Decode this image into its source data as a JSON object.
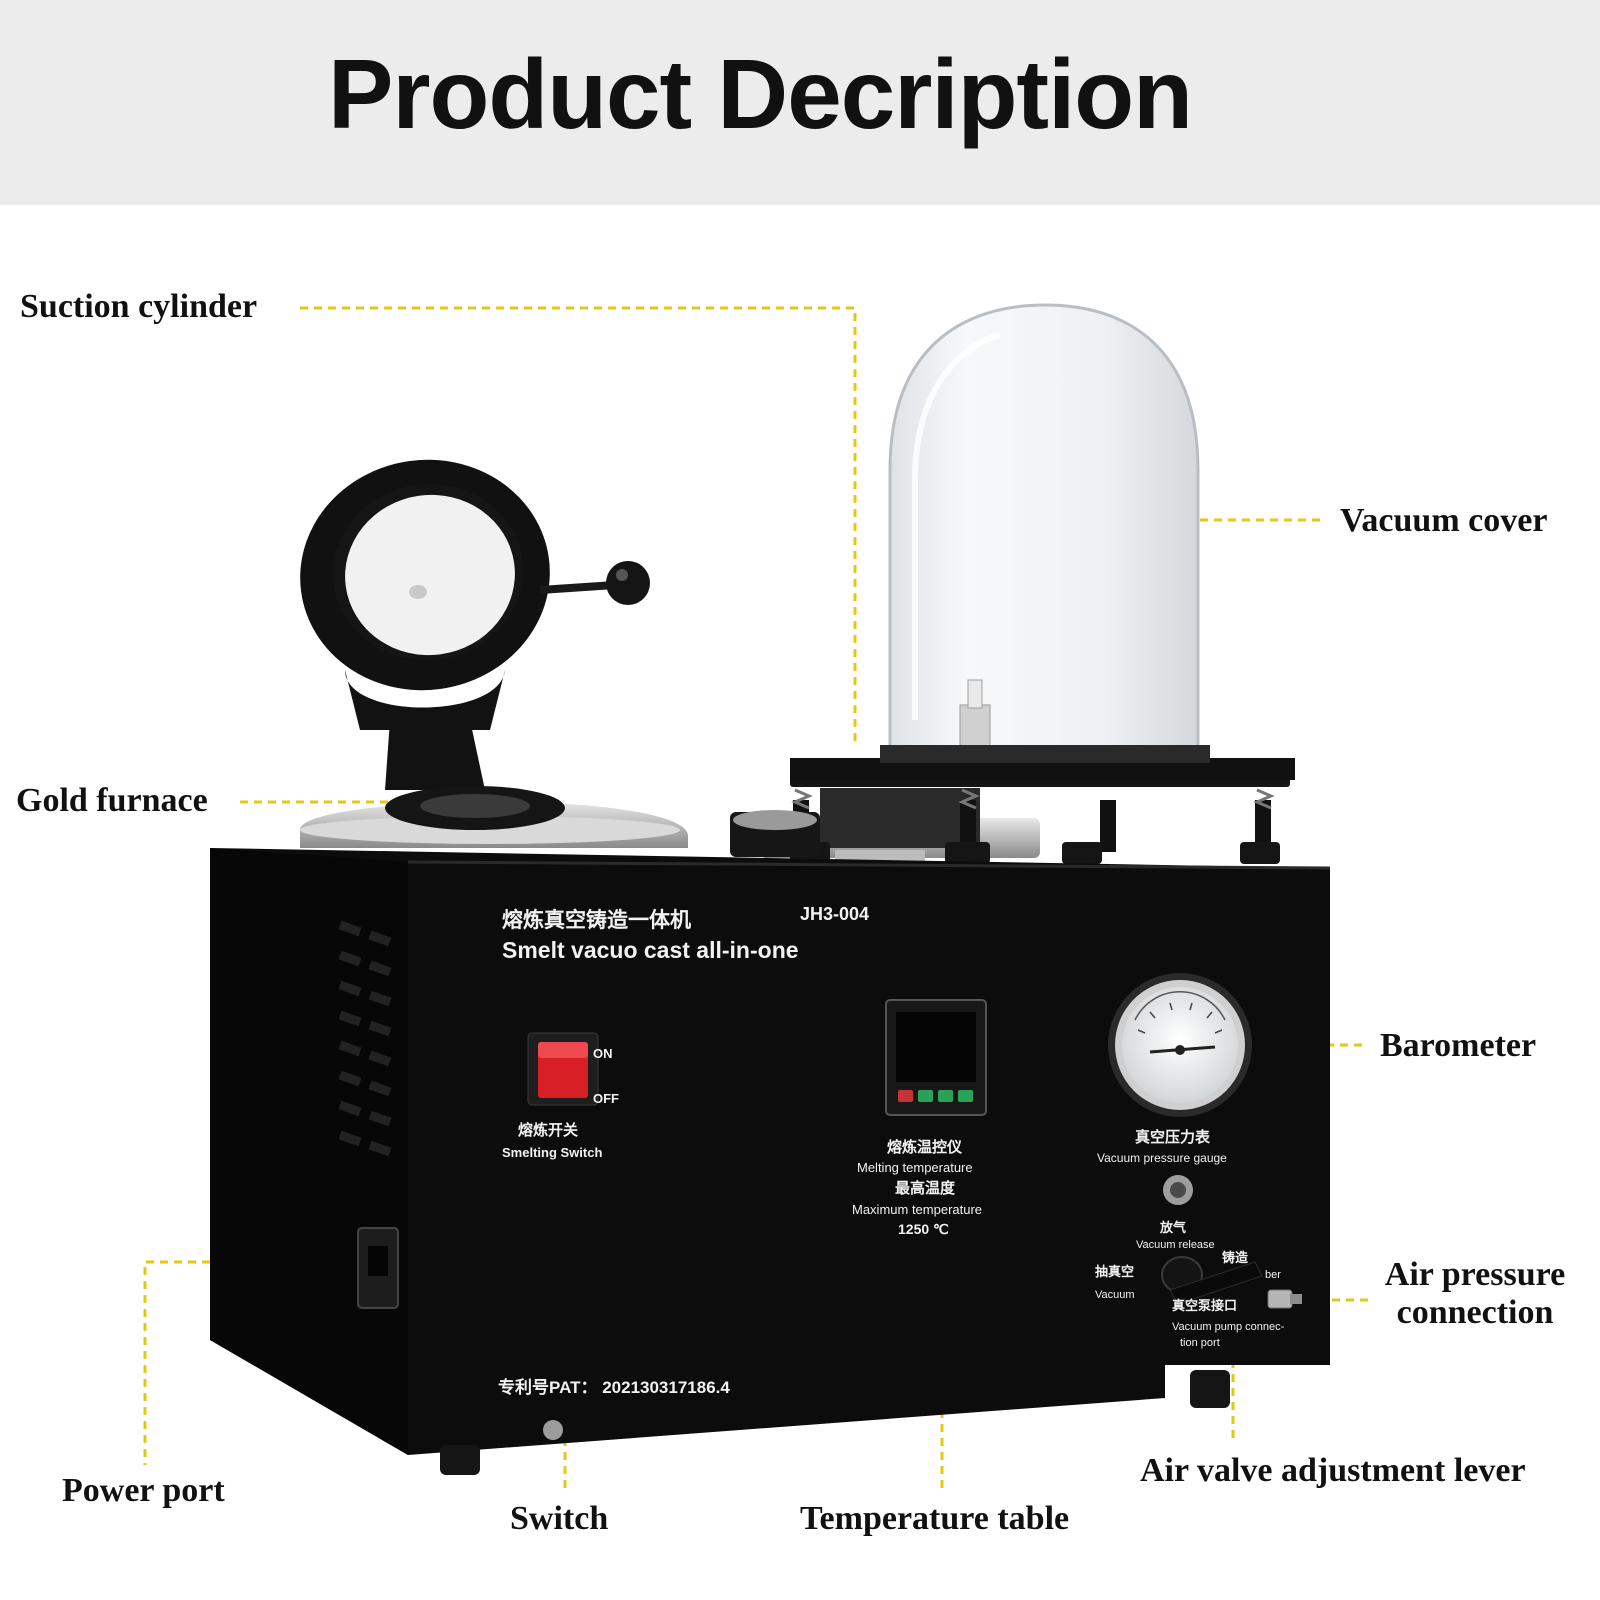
{
  "header": {
    "title": "Product Decription"
  },
  "callouts": {
    "suction_cylinder": "Suction cylinder",
    "vacuum_cover": "Vacuum cover",
    "gold_furnace": "Gold furnace",
    "barometer": "Barometer",
    "air_pressure_connection_line1": "Air pressure",
    "air_pressure_connection_line2": "connection",
    "air_valve_adjustment_lever": "Air valve adjustment lever",
    "power_port": "Power port",
    "switch": "Switch",
    "temperature_table": "Temperature table"
  },
  "machine": {
    "title_cn": "熔炼真空铸造一体机",
    "model": "JH3-004",
    "title_en": "Smelt vacuo cast all-in-one",
    "switch_on": "ON",
    "switch_off": "OFF",
    "switch_label_cn": "熔炼开关",
    "switch_label_en": "Smelting Switch",
    "temp_label_cn": "熔炼温控仪",
    "temp_label_en": "Melting  temperature",
    "max_temp_cn": "最高温度",
    "max_temp_en": "Maximum  temperature",
    "max_temp_value": "1250 ℃",
    "gauge_label_cn": "真空压力表",
    "gauge_label_en": "Vacuum pressure gauge",
    "release_cn": "放气",
    "release_en": "Vacuum release",
    "vacuum_cn": "抽真空",
    "vacuum_en": "Vacuum",
    "casting_cn": "铸造",
    "chamber_en": "ber",
    "pump_port_cn": "真空泵接口",
    "pump_port_en_1": "Vacuum pump connec-",
    "pump_port_en_2": "tion port",
    "patent": "专利号PAT： 202130317186.4"
  },
  "colors": {
    "callout_line": "#e6c619",
    "body": "#0c0c0c",
    "switch": "#d81f26",
    "header_bg": "#ececec"
  }
}
